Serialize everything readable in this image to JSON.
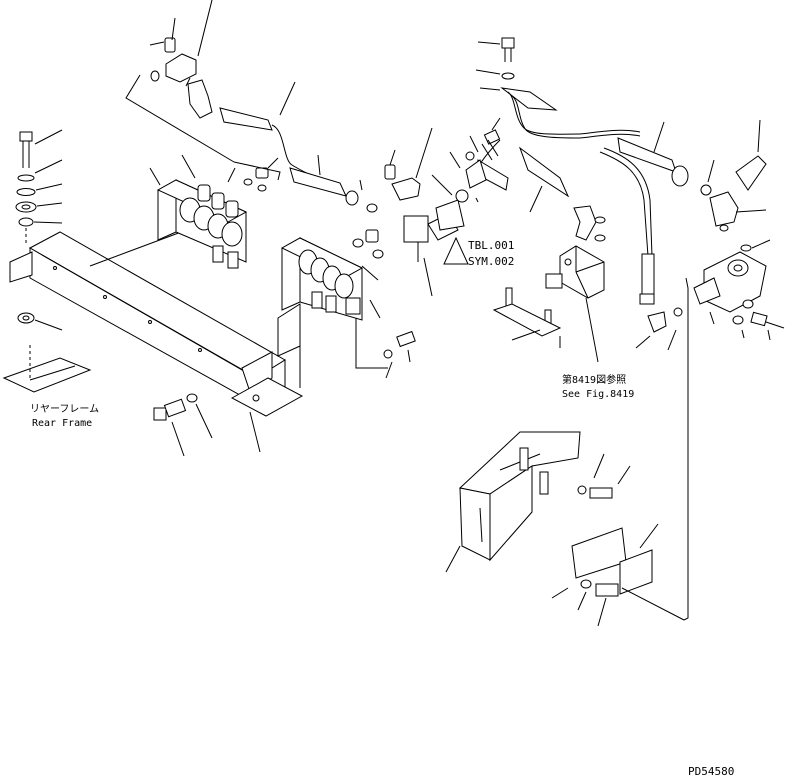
{
  "labels": {
    "rear_frame_jp": "リヤーフレーム",
    "rear_frame_en": "Rear Frame",
    "tbl": "TBL.001",
    "sym": "SYM.002",
    "see_fig_jp": "第8419図参照",
    "see_fig_en": "See Fig.8419",
    "drawing_number": "PD54580"
  }
}
